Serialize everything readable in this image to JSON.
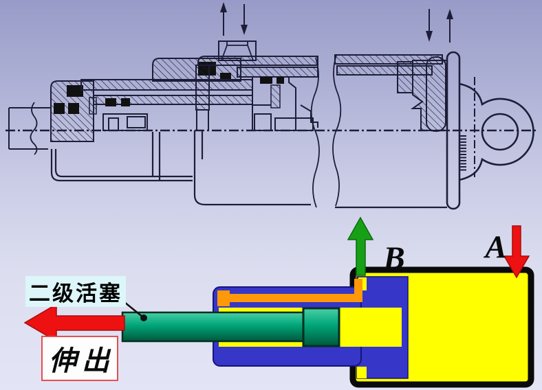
{
  "slide": {
    "background_top": "#989bc7",
    "background_bottom": "#e3e4f5",
    "line_color": "#1d1d38"
  },
  "section_drawing": {
    "description": "Cross-section of a two-stage telescopic hydraulic cylinder with clevis eye mount",
    "top_left_arrows": [
      "up",
      "down"
    ],
    "top_right_arrows": [
      "down",
      "up"
    ]
  },
  "schematic": {
    "labels": {
      "secondary_piston": "二级活塞",
      "extend": "伸出",
      "port_a": "A",
      "port_b": "B"
    },
    "arrows": {
      "extend_direction": "left",
      "port_b_flow": "up",
      "port_a_flow": "down"
    },
    "colors": {
      "barrel_fluid": "#ffff00",
      "stage1_piston": "#3636c8",
      "stage2_piston": "#00a578",
      "pipe": "#ff9908",
      "arrow_red": "#ee1111",
      "arrow_green": "#17a017",
      "label_box_bg": "#ddf6f9",
      "extend_box_border": "#e05050"
    }
  }
}
